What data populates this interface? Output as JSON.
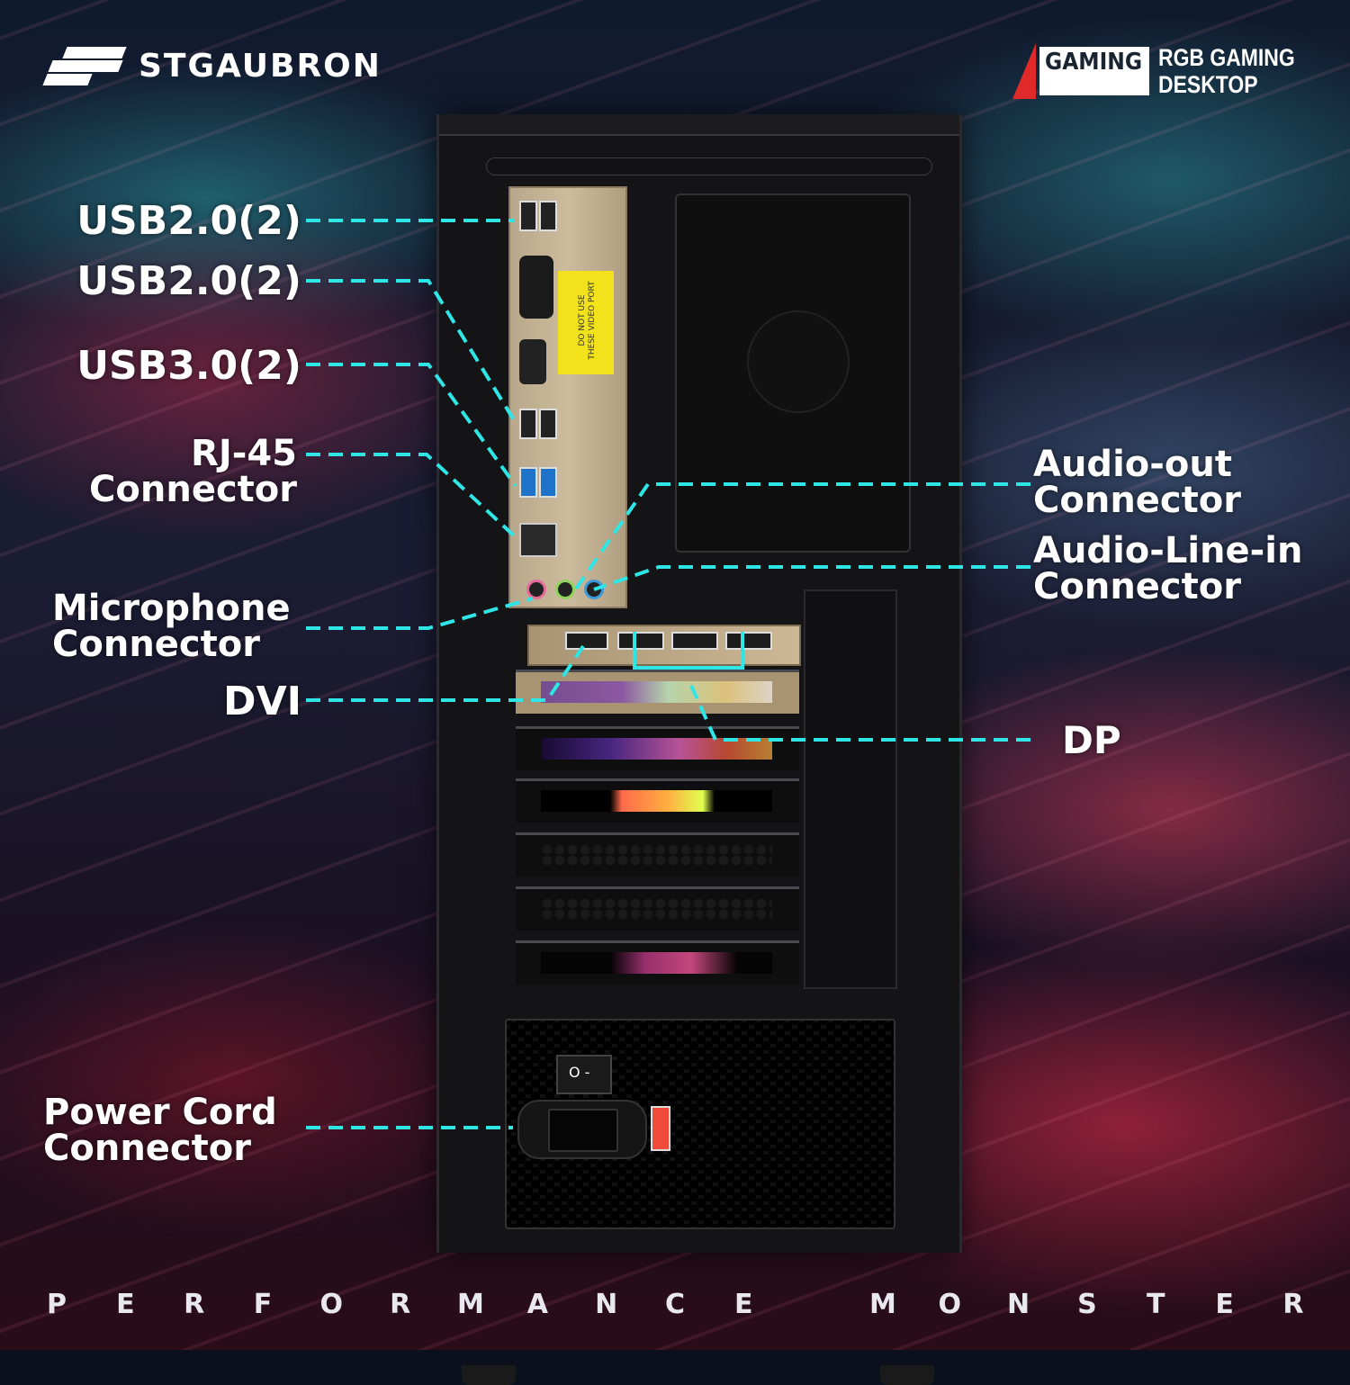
{
  "brand": {
    "name": "STGAUBRON"
  },
  "badge": {
    "logo_text": "GAMING",
    "title_line1": "RGB GAMING",
    "title_line2": "DESKTOP",
    "accent_color": "#e02a2a"
  },
  "io_sticker": {
    "line1": "DO NOT USE",
    "line2": "THESE VIDEO PORT"
  },
  "psu_switch": {
    "symbols": "O  -"
  },
  "leader_color": "#2ee6e6",
  "callouts": [
    {
      "id": "usb20-a",
      "text": "USB2.0(2)",
      "side": "left"
    },
    {
      "id": "usb20-b",
      "text": "USB2.0(2)",
      "side": "left"
    },
    {
      "id": "usb30",
      "text": "USB3.0(2)",
      "side": "left"
    },
    {
      "id": "rj45",
      "text_line1": "RJ-45",
      "text_line2": "Connector",
      "side": "left"
    },
    {
      "id": "microphone",
      "text_line1": "Microphone",
      "text_line2": "Connector",
      "side": "left"
    },
    {
      "id": "dvi",
      "text": "DVI",
      "side": "left"
    },
    {
      "id": "power",
      "text_line1": "Power Cord",
      "text_line2": "Connector",
      "side": "left"
    },
    {
      "id": "audio-out",
      "text_line1": "Audio-out",
      "text_line2": "Connector",
      "side": "right"
    },
    {
      "id": "audio-line-in",
      "text_line1": "Audio-Line-in",
      "text_line2": "Connector",
      "side": "right"
    },
    {
      "id": "dp",
      "text": "DP",
      "side": "right"
    }
  ],
  "tagline": [
    "P",
    "E",
    "R",
    "F",
    "O",
    "R",
    "M",
    "A",
    "N",
    "C",
    "E",
    " ",
    "M",
    "O",
    "N",
    "S",
    "T",
    "E",
    "R"
  ]
}
